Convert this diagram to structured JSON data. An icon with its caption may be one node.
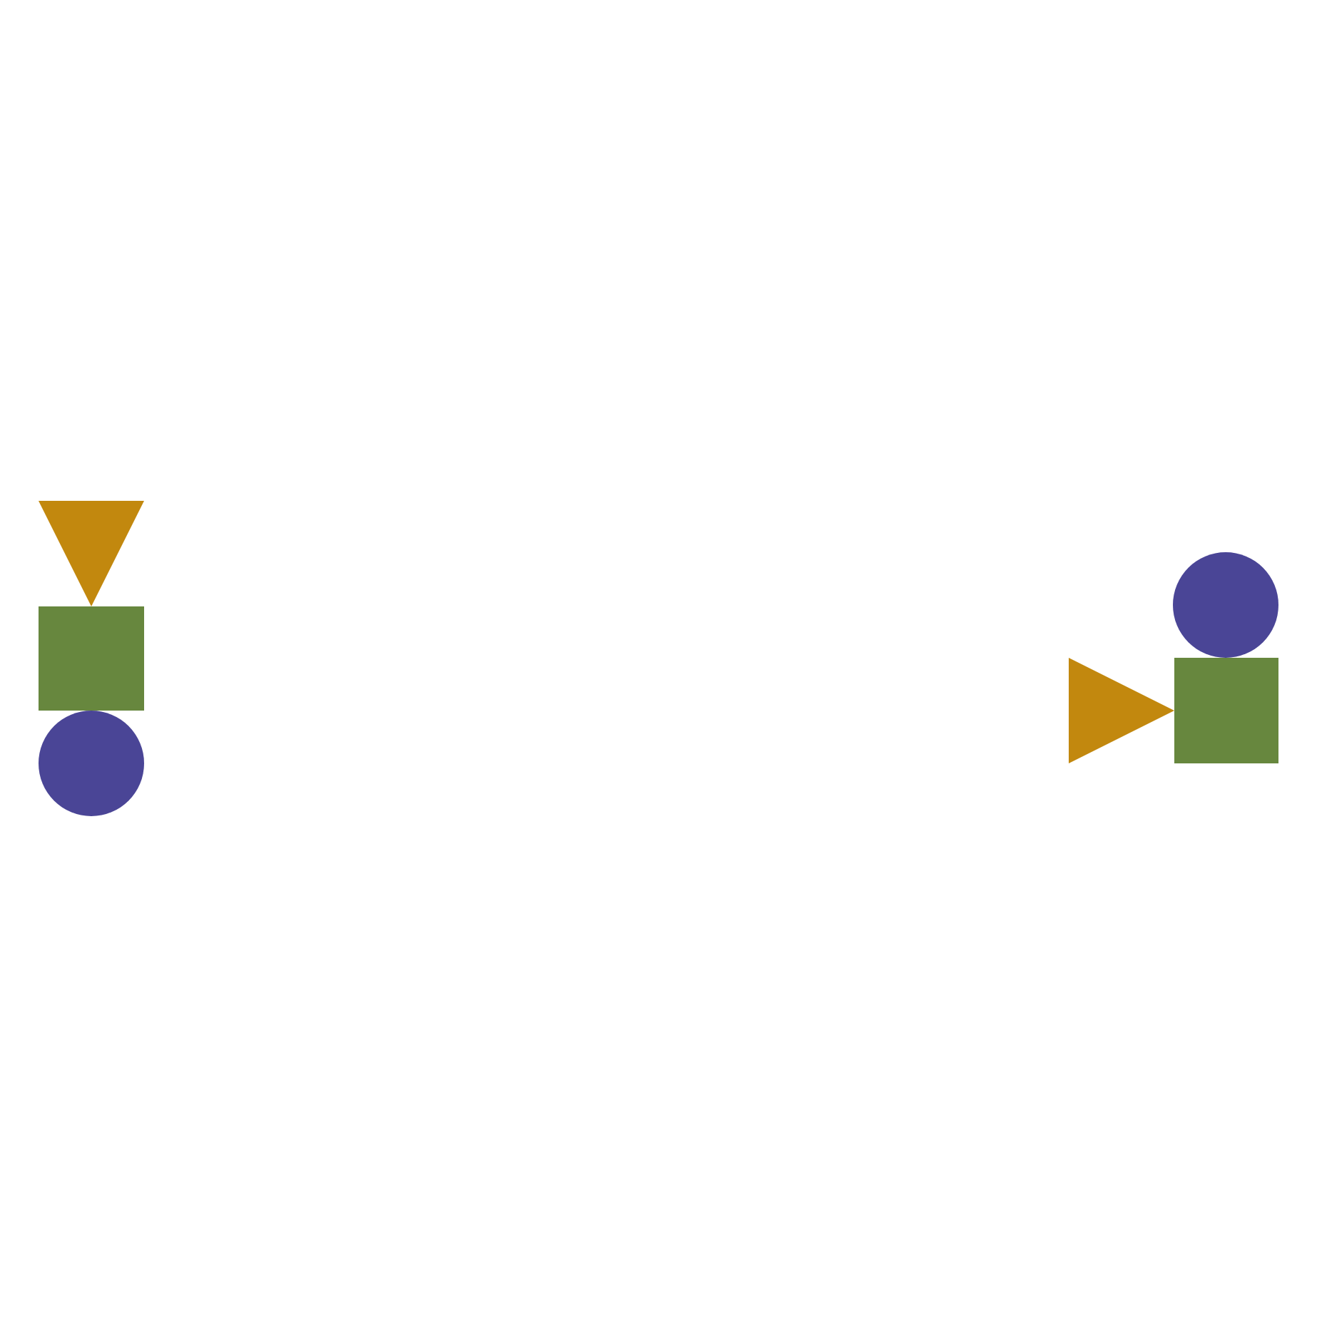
{
  "diagram": {
    "nodes": [
      {
        "text": [],
        "shape": "triangle"
      },
      {
        "text": [],
        "shape": "box"
      },
      {
        "text": [],
        "shape": "circle"
      },
      {
        "text": [],
        "shape": "circle"
      },
      {
        "text": [],
        "shape": "triangle"
      },
      {
        "text": [],
        "shape": "box"
      }
    ]
  }
}
